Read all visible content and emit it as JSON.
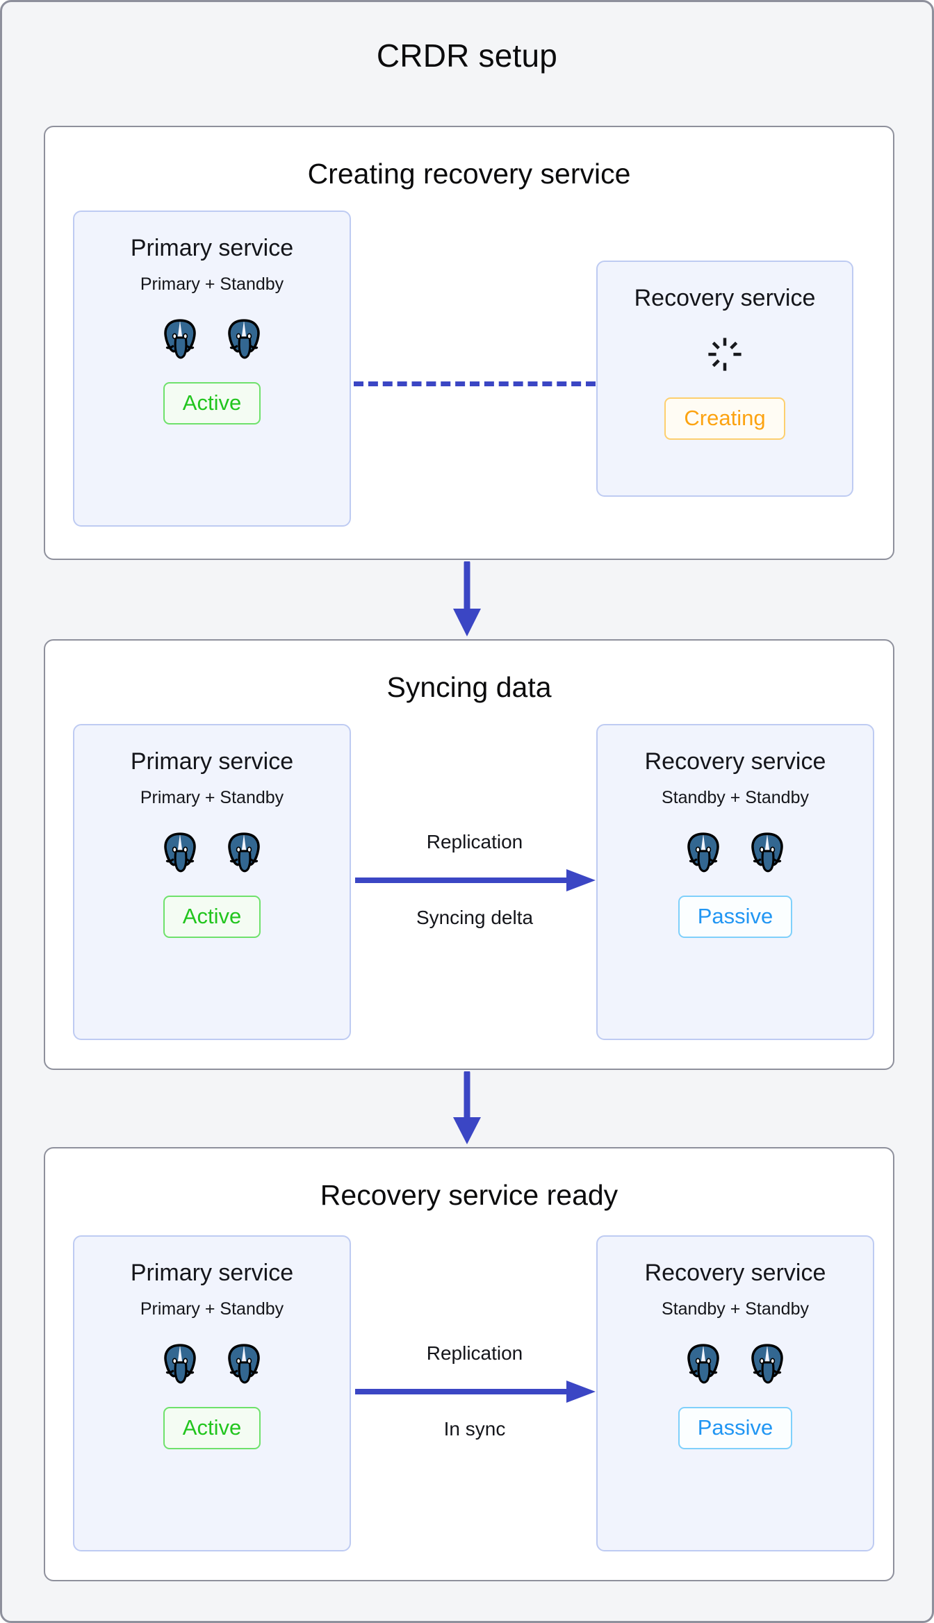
{
  "title": "CRDR setup",
  "colors": {
    "page_background": "#f4f5f7",
    "card_background": "#ffffff",
    "card_border": "#8e909c",
    "service_background": "#f1f4fd",
    "service_border": "#becbf2",
    "connector_blue": "#3b46c4",
    "status_active_green": "#22c51e",
    "status_passive_blue": "#2196f3",
    "status_creating_orange": "#fca311",
    "postgres_elephant": "#336791"
  },
  "stages": [
    {
      "title": "Creating recovery service",
      "left_service": {
        "name": "Primary service",
        "roles": "Primary + Standby",
        "nodes": 2,
        "status": "Active",
        "status_kind": "active"
      },
      "right_service": {
        "name": "Recovery service",
        "roles": "",
        "nodes": 0,
        "status": "Creating",
        "status_kind": "creating",
        "icon": "spinner-icon"
      },
      "connector": {
        "style": "dashed",
        "label_top": "",
        "label_bottom": "",
        "arrow": false
      }
    },
    {
      "title": "Syncing data",
      "left_service": {
        "name": "Primary service",
        "roles": "Primary + Standby",
        "nodes": 2,
        "status": "Active",
        "status_kind": "active"
      },
      "right_service": {
        "name": "Recovery service",
        "roles": "Standby + Standby",
        "nodes": 2,
        "status": "Passive",
        "status_kind": "passive"
      },
      "connector": {
        "style": "solid",
        "label_top": "Replication",
        "label_bottom": "Syncing delta",
        "arrow": true
      }
    },
    {
      "title": "Recovery service ready",
      "left_service": {
        "name": "Primary service",
        "roles": "Primary + Standby",
        "nodes": 2,
        "status": "Active",
        "status_kind": "active"
      },
      "right_service": {
        "name": "Recovery service",
        "roles": "Standby + Standby",
        "nodes": 2,
        "status": "Passive",
        "status_kind": "passive"
      },
      "connector": {
        "style": "solid",
        "label_top": "Replication",
        "label_bottom": "In sync",
        "arrow": true
      }
    }
  ],
  "flow": {
    "step_arrow_icon": "arrow-down-icon",
    "replication_arrow_icon": "arrow-right-icon"
  }
}
